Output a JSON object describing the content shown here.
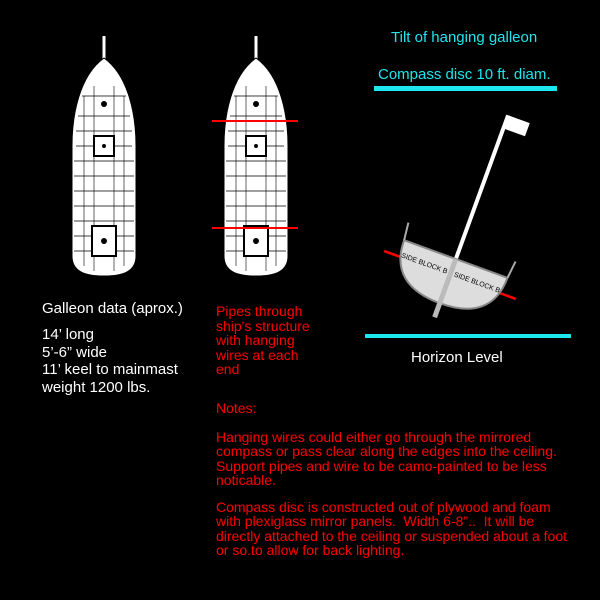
{
  "title": "Tilt of hanging galleon",
  "compass_label": "Compass disc 10 ft. diam.",
  "horizon_label": "Horizon Level",
  "hull_labels": [
    "SIDE BLOCK B",
    "SIDE BLOCK B"
  ],
  "galleon_data": {
    "heading": "Galleon data (aprox.)",
    "lines": [
      "14’ long",
      "5’-6” wide",
      "11’ keel to mainmast",
      "weight 1200 lbs."
    ]
  },
  "pipes_note": "Pipes through\nship's structure\nwith hanging\nwires at each\nend",
  "notes": {
    "heading": "Notes:",
    "paragraphs": [
      "Hanging wires could either go through the mirrored\ncompass or pass clear along the edges into the ceiling.\nSupport pipes and wire to be camo-painted to be less\nnoticable.",
      "Compass disc is constructed out of plywood and foam\nwith plexiglass mirror panels.  Width 6-8”..  It will be\ndirectly attached to the ceiling or suspended about a foot\nor so.to allow for back lighting."
    ]
  },
  "colors": {
    "cyan": "#1ee6f0",
    "red": "#ff0000",
    "white": "#ffffff",
    "background": "#000000"
  }
}
